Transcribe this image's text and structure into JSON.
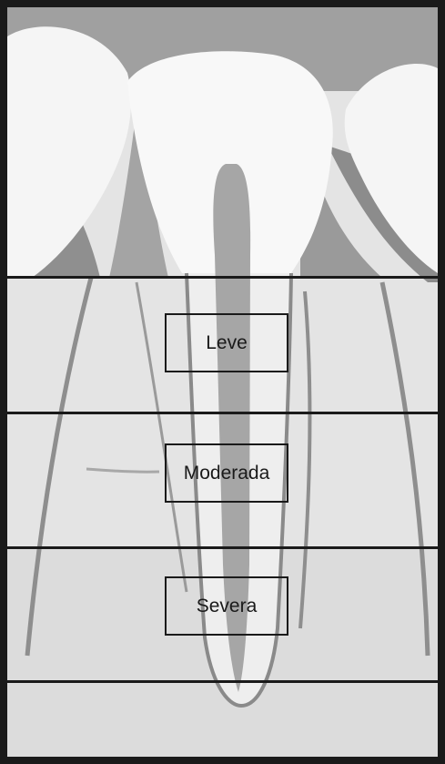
{
  "labels": {
    "mild": "Leve",
    "moderate": "Moderada",
    "severe": "Severa"
  },
  "colors": {
    "frame": "#1a1a1a",
    "gum_gray": "#9c9c9c",
    "bone_background": "#e2e2e2",
    "enamel_white": "#f7f7f7",
    "root_outline": "#8a8a8a"
  },
  "graphic": "dental radiograph of incisor root with horizontal bone-loss levels"
}
